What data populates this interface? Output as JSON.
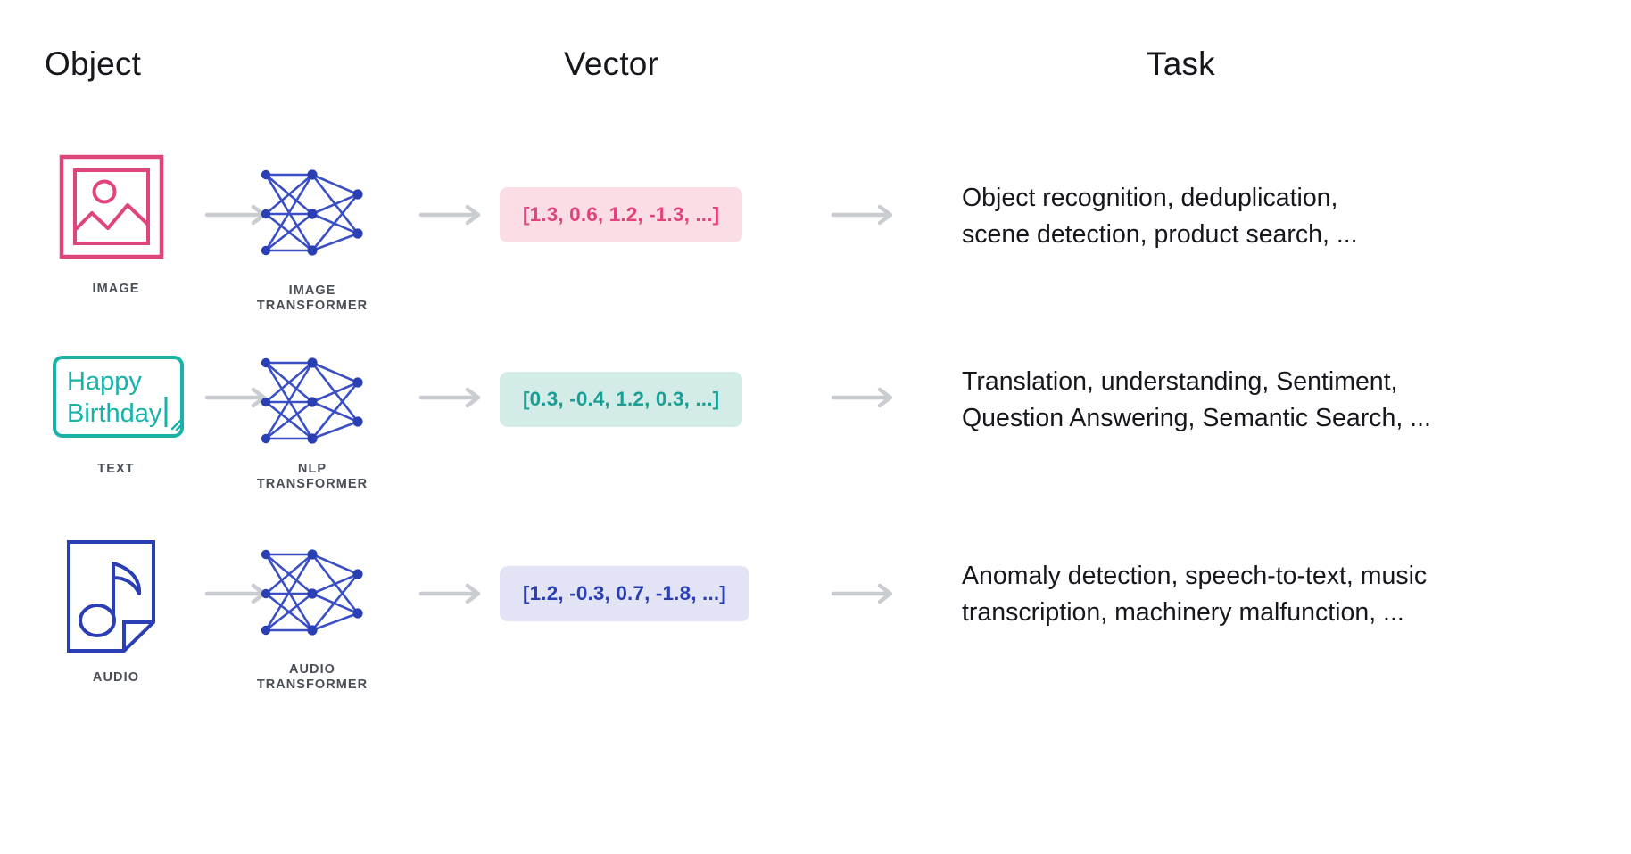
{
  "diagram": {
    "title_columns": [
      "Object",
      "Vector",
      "Task"
    ],
    "headers": {
      "object": "Object",
      "vector": "Vector",
      "task": "Task"
    },
    "arrow_color": "#c9ccd1",
    "rows": [
      {
        "object_label": "IMAGE",
        "object_icon": "image-frame-icon",
        "object_color": "#e0447c",
        "transformer_label_line1": "IMAGE",
        "transformer_label_line2": "TRANSFORMER",
        "transformer_icon": "neural-network-icon",
        "transformer_color": "#2b3fb5",
        "vector": "[1.3, 0.6, 1.2, -1.3, ...]",
        "vector_bg": "#fbdde6",
        "vector_fg": "#e0447c",
        "task": "Object recognition, deduplication, scene detection, product search, ...",
        "task_line1": "Object recognition, deduplication,",
        "task_line2": "scene detection, product search, ..."
      },
      {
        "object_label": "TEXT",
        "object_icon": "text-box-icon",
        "object_color": "#18b2a6",
        "object_text_line1": "Happy",
        "object_text_line2": "Birthday",
        "transformer_label_line1": "NLP",
        "transformer_label_line2": "TRANSFORMER",
        "transformer_icon": "neural-network-icon",
        "transformer_color": "#2b3fb5",
        "vector": "[0.3, -0.4, 1.2, 0.3, ...]",
        "vector_bg": "#d3ece7",
        "vector_fg": "#1a9e95",
        "task": "Translation, understanding, Sentiment, Question Answering, Semantic Search, ...",
        "task_line1": "Translation, understanding, Sentiment,",
        "task_line2": "Question Answering, Semantic Search, ..."
      },
      {
        "object_label": "AUDIO",
        "object_icon": "audio-document-icon",
        "object_color": "#2b3fb5",
        "transformer_label_line1": "AUDIO",
        "transformer_label_line2": "TRANSFORMER",
        "transformer_icon": "neural-network-icon",
        "transformer_color": "#2b3fb5",
        "vector": "[1.2, -0.3, 0.7, -1.8, ...]",
        "vector_bg": "#e2e4f5",
        "vector_fg": "#2b3fb5",
        "task": "Anomaly detection, speech-to-text, music transcription, machinery malfunction, ...",
        "task_line1": "Anomaly detection, speech-to-text, music",
        "task_line2": "transcription, machinery malfunction, ..."
      }
    ]
  }
}
